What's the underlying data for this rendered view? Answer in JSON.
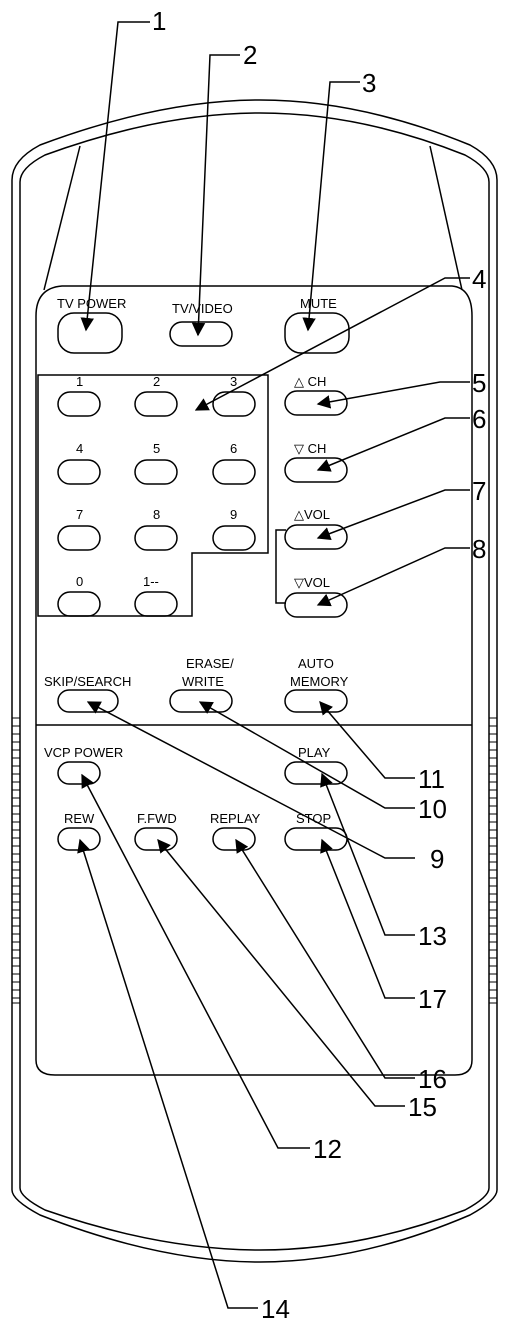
{
  "buttons": {
    "tv_power": "TV POWER",
    "tv_video": "TV/VIDEO",
    "mute": "MUTE",
    "num_1": "1",
    "num_2": "2",
    "num_3": "3",
    "num_4": "4",
    "num_5": "5",
    "num_6": "6",
    "num_7": "7",
    "num_8": "8",
    "num_9": "9",
    "num_0": "0",
    "num_1dash": "1--",
    "ch_up": "△ CH",
    "ch_down": "▽ CH",
    "vol_up": "△VOL",
    "vol_down": "▽VOL",
    "skip_search": "SKIP/SEARCH",
    "erase_write_1": "ERASE/",
    "erase_write_2": "WRITE",
    "auto_memory_1": "AUTO",
    "auto_memory_2": "MEMORY",
    "vcp_power": "VCP POWER",
    "play": "PLAY",
    "rew": "REW",
    "ffwd": "F.FWD",
    "replay": "REPLAY",
    "stop": "STOP"
  },
  "callouts": {
    "c1": "1",
    "c2": "2",
    "c3": "3",
    "c4": "4",
    "c5": "5",
    "c6": "6",
    "c7": "7",
    "c8": "8",
    "c9": "9",
    "c10": "10",
    "c11": "11",
    "c12": "12",
    "c13": "13",
    "c14": "14",
    "c15": "15",
    "c16": "16",
    "c17": "17"
  }
}
